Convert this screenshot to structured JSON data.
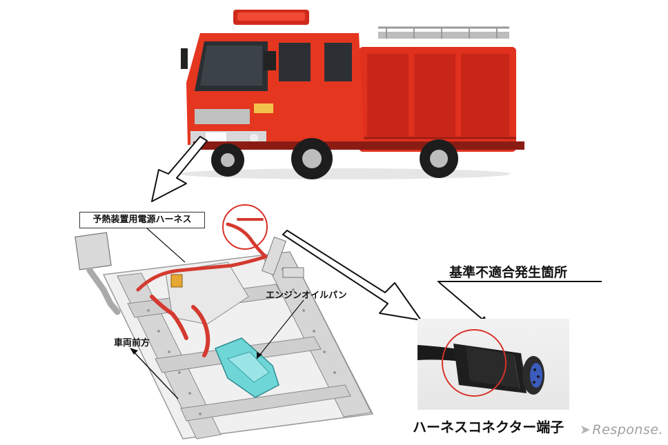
{
  "labels": {
    "harness": "予熱装置用電源ハーネス",
    "oil_pan": "エンジンオイルパン",
    "vehicle_front": "車両前方",
    "nonconformity_location": "基準不適合発生箇所",
    "connector_terminal": "ハーネスコネクター端子"
  },
  "logo": {
    "text": "Response."
  },
  "colors": {
    "truck_red": "#e0301e",
    "highlight_red": "#d8322a",
    "harness_red": "#d43a2f",
    "oil_pan_cyan": "#6fd6d8",
    "frame_gray": "#c8c8c8"
  },
  "icons": {
    "logo_mark": "response-chevron-icon"
  }
}
